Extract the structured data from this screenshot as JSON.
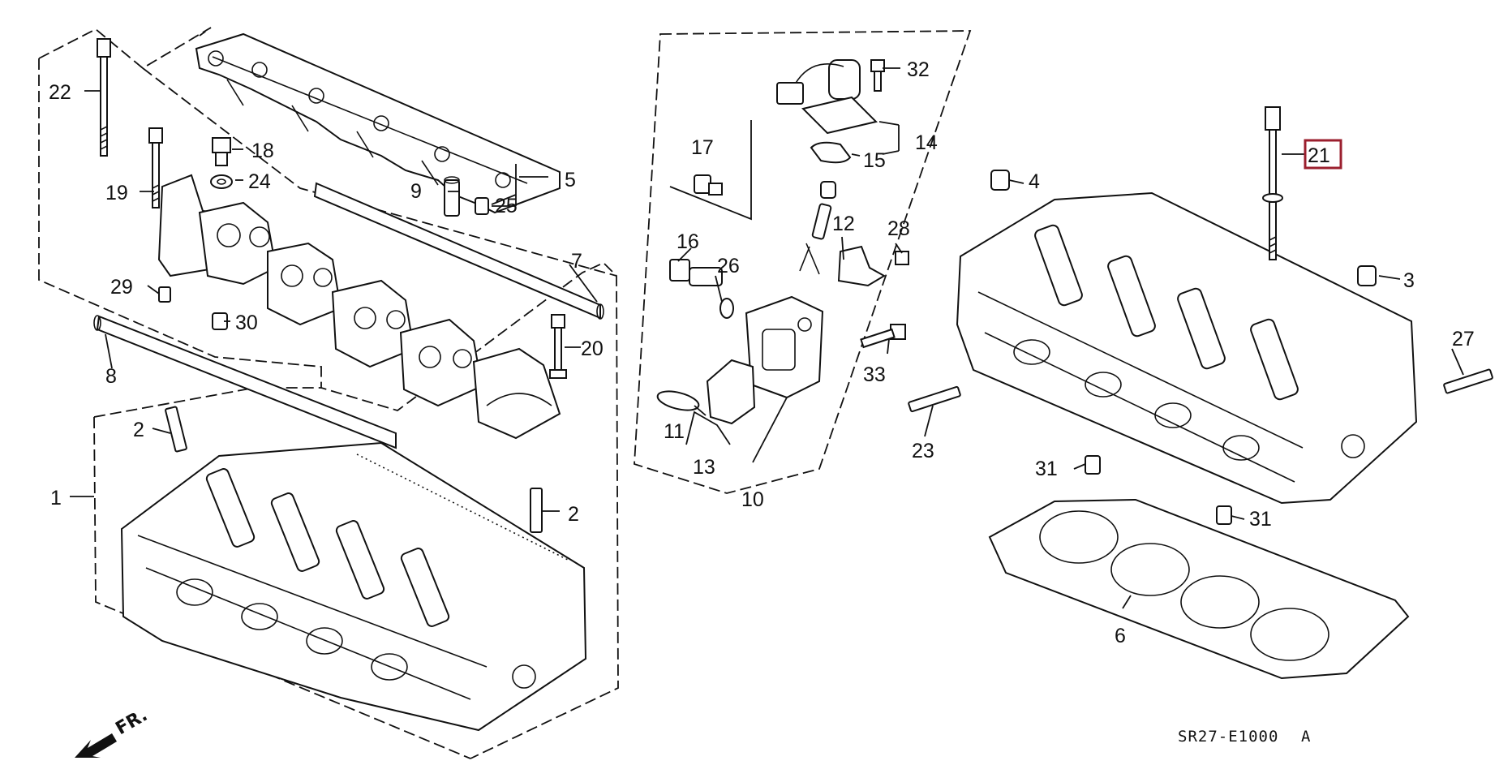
{
  "diagram": {
    "code": "SR27-E1000",
    "code_suffix": "A",
    "front_indicator": "FR.",
    "highlight_color": "#9b1f2e",
    "line_color": "#111111",
    "labels": {
      "p1": "1",
      "p2a": "2",
      "p2b": "2",
      "p3": "3",
      "p4": "4",
      "p5": "5",
      "p6": "6",
      "p7": "7",
      "p8": "8",
      "p9": "9",
      "p10": "10",
      "p11": "11",
      "p12": "12",
      "p13": "13",
      "p14": "14",
      "p15": "15",
      "p16": "16",
      "p17": "17",
      "p18": "18",
      "p19": "19",
      "p20": "20",
      "p21": "21",
      "p22": "22",
      "p23": "23",
      "p24": "24",
      "p25": "25",
      "p26": "26",
      "p27": "27",
      "p28": "28",
      "p29": "29",
      "p30": "30",
      "p31a": "31",
      "p31b": "31",
      "p32": "32",
      "p33": "33"
    },
    "highlighted_part": "21"
  }
}
